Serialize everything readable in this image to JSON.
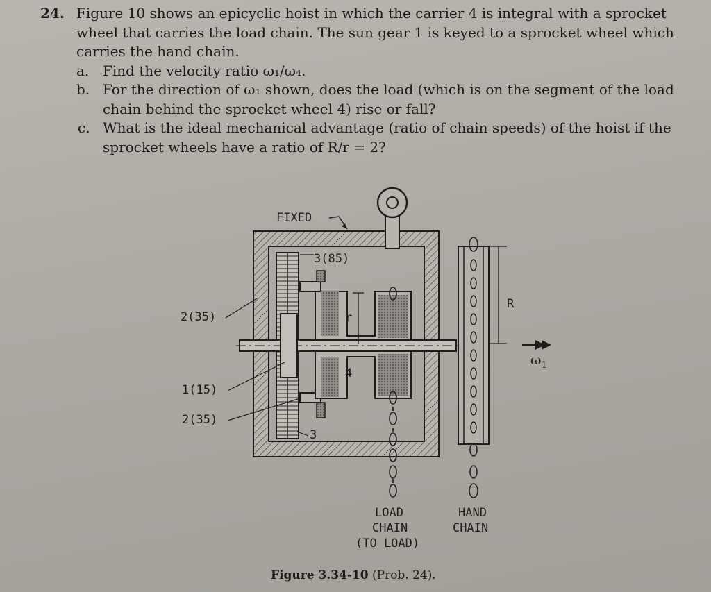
{
  "problem": {
    "number": "24.",
    "stem": "Figure 10 shows an epicyclic hoist in which the carrier 4 is integral with a sprocket wheel that carries the load chain. The sun gear 1 is keyed to a sprocket wheel which carries the hand chain.",
    "items": [
      {
        "label": "a.",
        "text": "Find the velocity ratio ω₁/ω₄."
      },
      {
        "label": "b.",
        "text": "For the direction of ω₁ shown, does the load (which is on the segment of the load chain behind the sprocket wheel 4) rise or fall?"
      },
      {
        "label": "c.",
        "text": "What is the ideal mechanical advantage (ratio of chain speeds) of the hoist if the sprocket wheels have a ratio of R/r = 2?"
      }
    ]
  },
  "figure": {
    "labels": {
      "fixed": "FIXED",
      "ring_top": "3(85)",
      "planet_upper": "2(35)",
      "sun": "1(15)",
      "planet_lower": "2(35)",
      "ring_bottom": "3",
      "carrier": "4",
      "r": "r",
      "R": "R",
      "omega": "ω",
      "omega_sub": "1",
      "load_chain_1": "LOAD",
      "load_chain_2": "CHAIN",
      "load_chain_3": "(TO LOAD)",
      "hand_chain_1": "HAND",
      "hand_chain_2": "CHAIN"
    },
    "caption_bold": "Figure 3.34-10",
    "caption_rest": " (Prob. 24)."
  }
}
